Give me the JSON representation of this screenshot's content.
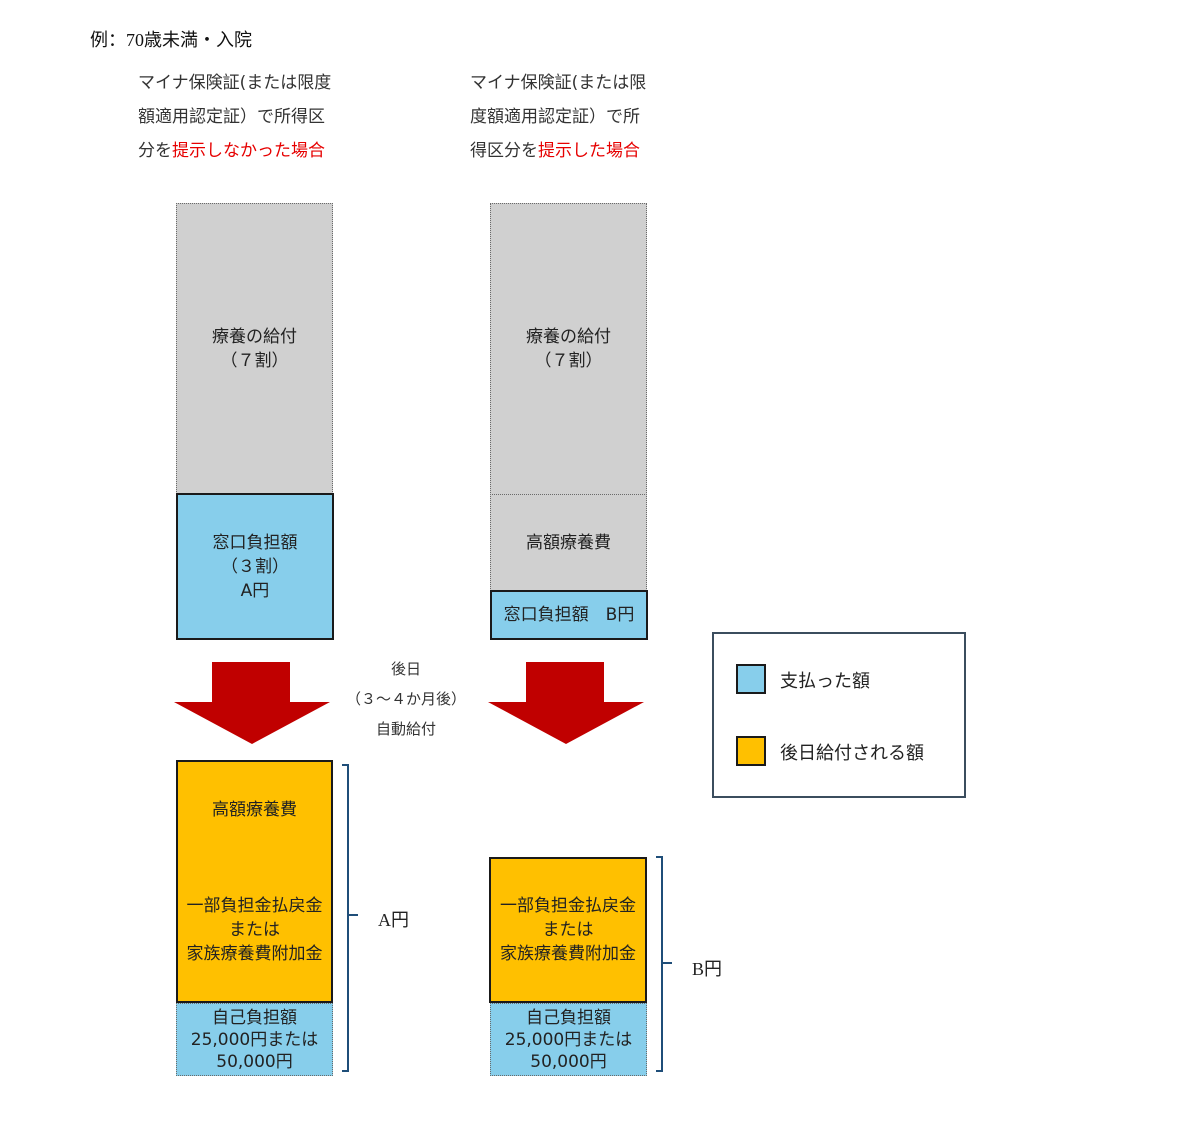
{
  "example_label": "例：70歳未満・入院",
  "left_header": {
    "line1": "マイナ保険証(または限度",
    "line2": "額適用認定証）で所得区",
    "line3_prefix": "分を",
    "line3_highlight": "提示しなかった場合"
  },
  "right_header": {
    "line1": "マイナ保険証(または限",
    "line2": "度額適用認定証）で所",
    "line3_prefix": "得区分を",
    "line3_highlight": "提示した場合"
  },
  "left_top": {
    "ryoyo": {
      "line1": "療養の給付",
      "line2": "（７割）"
    },
    "madoguchi": {
      "line1": "窓口負担額",
      "line2": "（３割）",
      "line3": "A円"
    }
  },
  "right_top": {
    "ryoyo": {
      "line1": "療養の給付",
      "line2": "（７割）"
    },
    "kogaku": "高額療養費",
    "madoguchi": "窓口負担額　B円"
  },
  "middle_note": {
    "line1": "後日",
    "line2": "（３～４か月後）",
    "line3": "自動給付"
  },
  "left_bottom": {
    "kogaku": "高額療養費",
    "ichibu": {
      "line1": "一部負担金払戻金",
      "line2": "または",
      "line3": "家族療養費附加金"
    },
    "jiko": {
      "line1": "自己負担額",
      "line2": "25,000円または",
      "line3": "50,000円"
    },
    "total_label": "A円"
  },
  "right_bottom": {
    "ichibu": {
      "line1": "一部負担金払戻金",
      "line2": "または",
      "line3": "家族療養費附加金"
    },
    "jiko": {
      "line1": "自己負担額",
      "line2": "25,000円または",
      "line3": "50,000円"
    },
    "total_label": "B円"
  },
  "legend": {
    "paid": {
      "label": "支払った額",
      "color": "#87ceeb"
    },
    "later": {
      "label": "後日給付される額",
      "color": "#ffc000"
    }
  },
  "colors": {
    "arrow": "#c00000",
    "brace": "#1f4e79",
    "highlight": "#e60000"
  }
}
